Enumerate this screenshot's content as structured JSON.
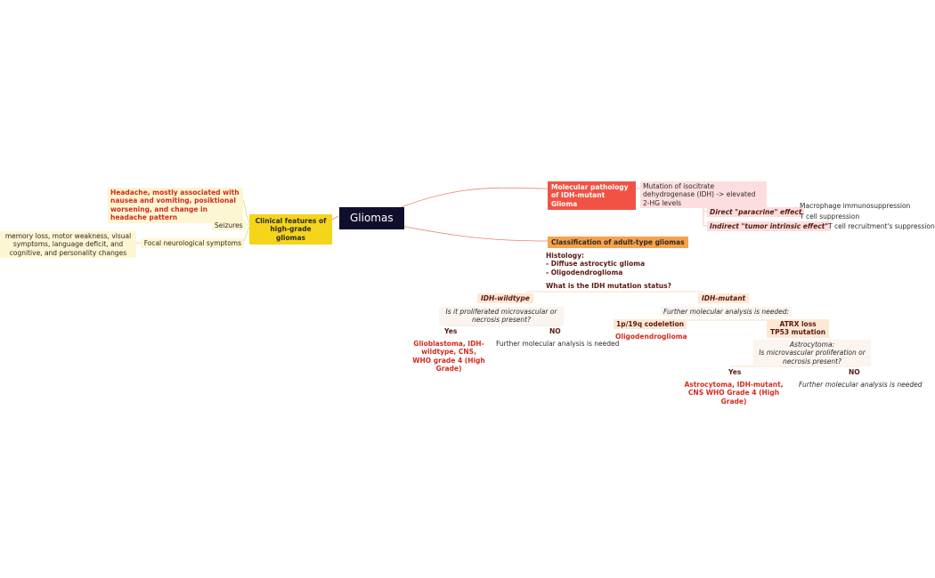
{
  "root": {
    "title": "Gliomas"
  },
  "clinical": {
    "title": "Clinical features of high-grade gliomas",
    "headache": "Headache, mostly associated with nausea and vomiting, posiktional worsening, and change in headache pattern",
    "seizures": "Seizures",
    "focal": "Focal neurological symptoms",
    "focal_detail": "memory loss, motor weakness, visual symptoms, language deficit, and cognitive, and personality changes"
  },
  "molecular": {
    "title": "Molecular pathology of IDH-mutant Glioma",
    "mutation": "Mutation of isocitrate dehydrogenase (IDH) -> elevated 2-HG levels",
    "direct": "Direct \"paracrine\" effect",
    "direct_1": "Macrophage immunosuppression",
    "direct_2": "T cell suppression",
    "indirect": "Indirect \"tumor intrinsic effect\"",
    "indirect_1": "T cell recruitment's suppression"
  },
  "classification": {
    "title": "Classification of adult-type gliomas",
    "histology_title": "Histology:",
    "histology_1": "- Diffuse astrocytic glioma",
    "histology_2": "- Oligodendroglioma",
    "idh_question": "What is the IDH mutation status?",
    "wildtype": "IDH-wildtype",
    "wt_question": "Is it proliferated microvascular or necrosis present?",
    "wt_yes": "Yes",
    "wt_no": "NO",
    "wt_yes_result": "Glioblastoma, IDH-wildtype, CNS, WHO grade 4 (High Grade)",
    "wt_no_result": "Further molecular analysis is needed",
    "mutant": "IDH-mutant",
    "mut_further": "Further molecular analysis is needed:",
    "codeletion": "1p/19q codeletion",
    "oligo": "Oligodendroglioma",
    "atrx": "ATRX loss",
    "tp53": "TP53 mutation",
    "astro_q1": "Astrocytoma:",
    "astro_q2": "Is microvascular proliferation or necrosis present?",
    "mut_yes": "Yes",
    "mut_no": "NO",
    "mut_yes_result": "Astrocytoma, IDH-mutant, CNS WHO Grade 4 (High Grade)",
    "mut_no_result": "Further molecular analysis is needed"
  },
  "colors": {
    "root_bg": "#0f0f2d",
    "clinical_header": "#f5d51a",
    "molecular_header": "#f25244",
    "classification_header": "#f6a24a",
    "result_red": "#d42a1e"
  }
}
